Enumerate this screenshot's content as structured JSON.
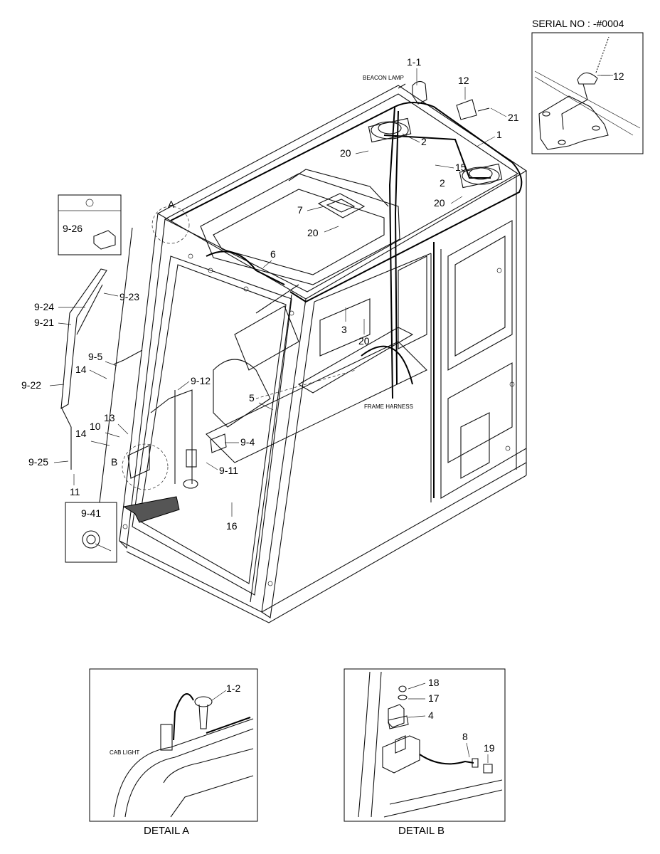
{
  "serial_label": "SERIAL NO : -#0004",
  "detail_labels": {
    "a": "DETAIL A",
    "b": "DETAIL B"
  },
  "text_callouts": {
    "beacon_lamp": "BEACON LAMP",
    "frame_harness": "FRAME HARNESS",
    "cab_light": "CAB LIGHT",
    "detail_a_marker": "A",
    "detail_b_marker": "B"
  },
  "part_labels": [
    "1-1",
    "12",
    "21",
    "2",
    "20",
    "1",
    "15",
    "2",
    "20",
    "7",
    "20",
    "6",
    "3",
    "20",
    "5",
    "9-12",
    "9-4",
    "9-11",
    "16",
    "9-26",
    "9-23",
    "9-24",
    "9-21",
    "9-5",
    "14",
    "9-22",
    "13",
    "10",
    "14",
    "9-25",
    "11",
    "9-41",
    "12"
  ],
  "detail_a_parts": [
    "1-2"
  ],
  "detail_b_parts": [
    "18",
    "17",
    "4",
    "8",
    "19"
  ]
}
